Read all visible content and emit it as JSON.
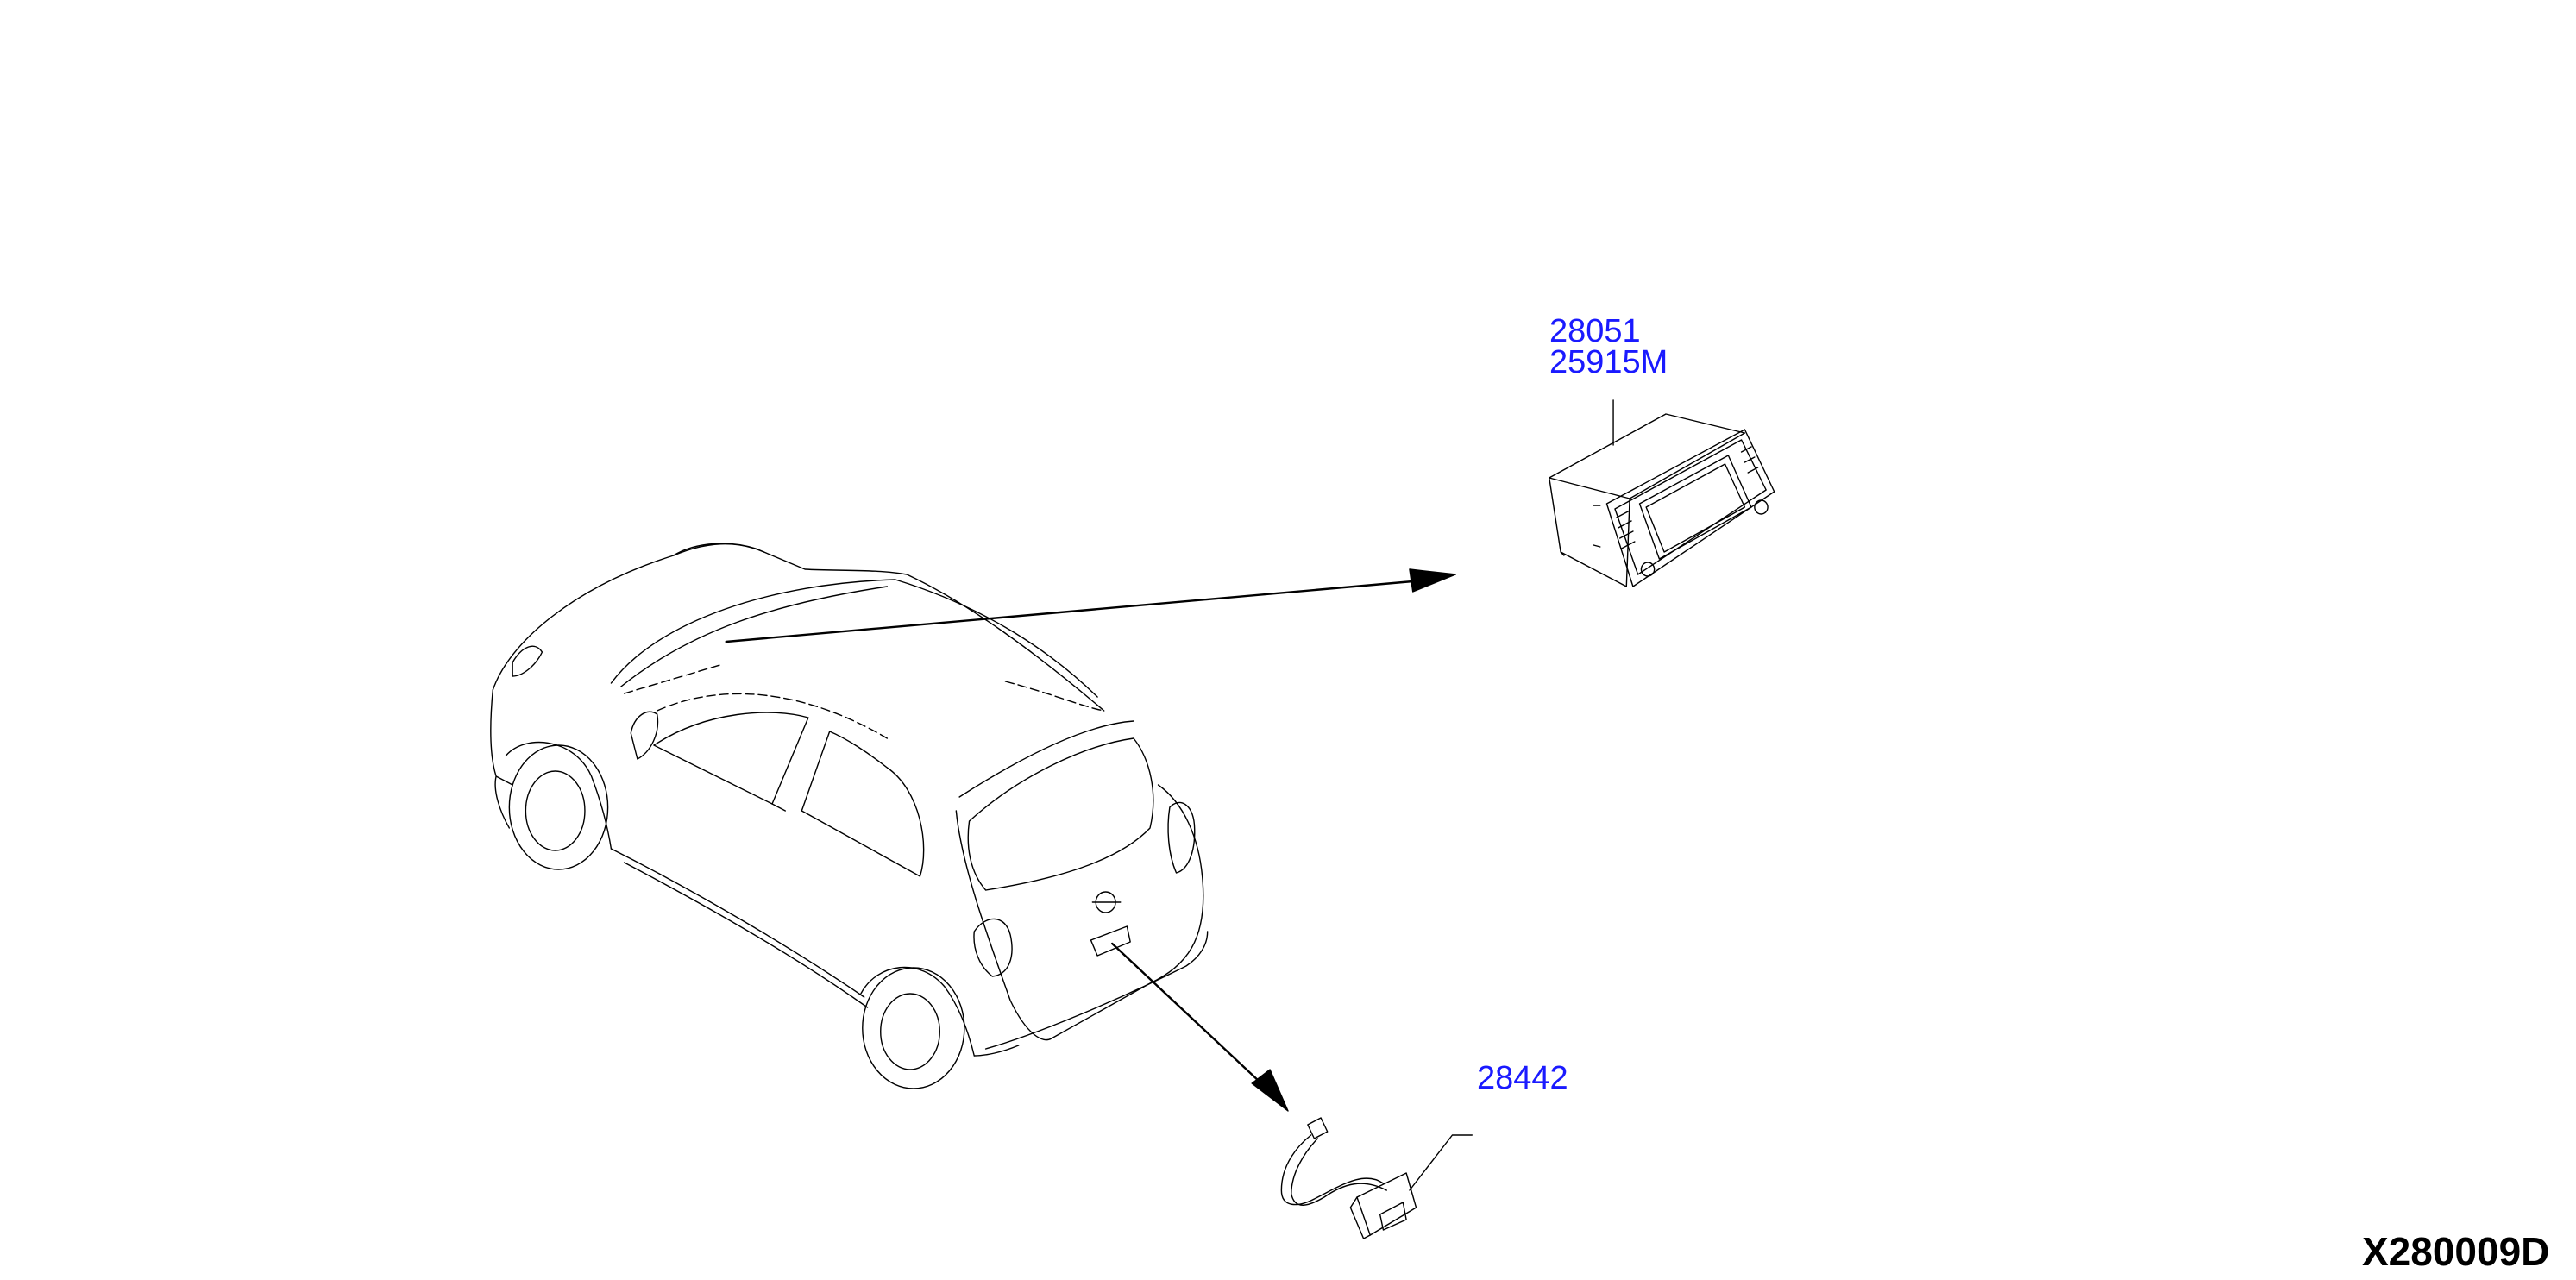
{
  "diagram": {
    "code": "X280009D",
    "colors": {
      "line": "#000000",
      "callout": "#1a1aff",
      "background": "#ffffff"
    },
    "parts": [
      {
        "id": "head-unit",
        "numbers": [
          "28051",
          "25915M"
        ]
      },
      {
        "id": "camera",
        "numbers": [
          "28442"
        ]
      }
    ]
  }
}
